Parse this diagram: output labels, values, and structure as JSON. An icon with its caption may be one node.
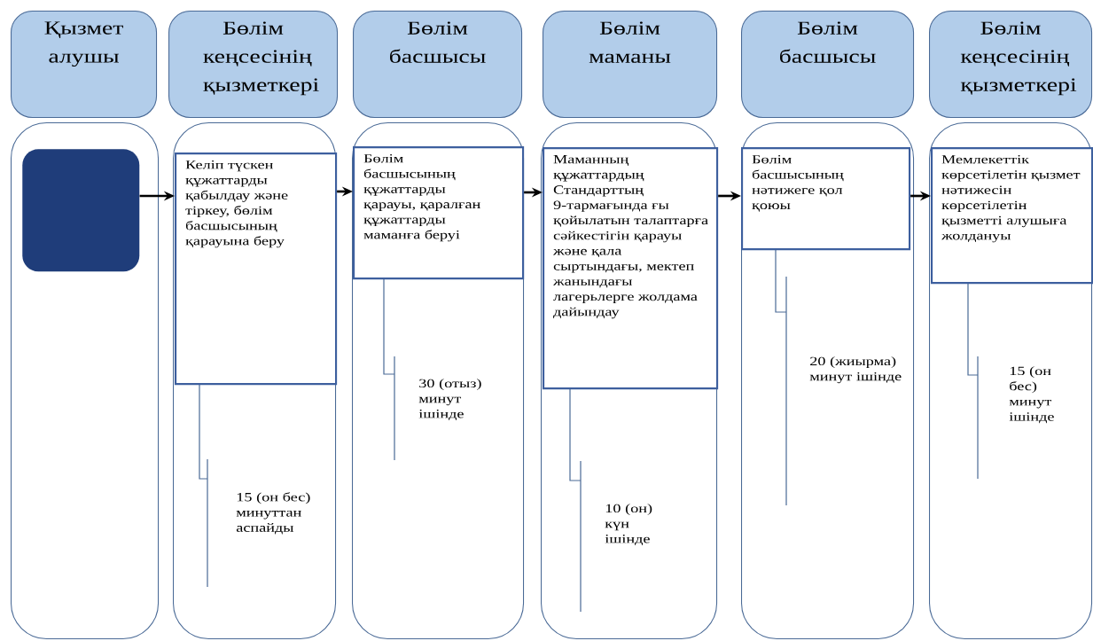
{
  "diagram": {
    "nodes": [
      {
        "text": [
          "Қызмет алушы"
        ]
      },
      {
        "text": [
          "Бөлім кеңсесінің қызметкері"
        ]
      },
      {
        "text": [
          "Бөлім басшысы"
        ]
      },
      {
        "text": [
          "Бөлім маманы"
        ]
      },
      {
        "text": [
          "Бөлім басшысы"
        ]
      },
      {
        "text": [
          "Бөлім кеңсесінің қызметкері"
        ]
      },
      {
        "text": [],
        "shape": "box"
      },
      {
        "text": [],
        "shape": "box"
      },
      {
        "text": [],
        "shape": "box"
      },
      {
        "text": [],
        "shape": "box"
      },
      {
        "text": [],
        "shape": "box"
      },
      {
        "text": [],
        "shape": "box"
      },
      {
        "text": [],
        "shape": "box",
        "in": 6
      },
      {
        "text": [
          "Келіп түскен құжаттарды қабылдау және тіркеу, бөлім басшысының қарауына беру"
        ],
        "in": 7
      },
      {
        "text": [
          "Бөлім басшысының құжаттарды қарауы, қаралған құжаттарды маманға беруі"
        ],
        "in": 8
      },
      {
        "text": [
          "Маманның құжаттардың Стандарттың 9-тармағында ғы қойылатын талаптарға сәйкестігін қарауы және қала сыртындағы, мектеп жанындағы лагерьлерге жолдама дайындау"
        ],
        "in": 9
      },
      {
        "text": [
          "Бөлім басшысының нәтижеге қол қоюы"
        ],
        "in": 10
      },
      {
        "text": [
          "Мемлекеттік көрсетілетін қызмет нәтижесін көрсетілетін қызметті алушыға жолдануы"
        ],
        "in": 11
      }
    ],
    "edges": [
      {
        "from": 12,
        "to": 13,
        "arrow": "to"
      },
      {
        "from": 13,
        "to": 14,
        "arrow": "to"
      },
      {
        "from": 14,
        "to": 15,
        "arrow": "to"
      },
      {
        "from": 15,
        "to": 16,
        "arrow": "to"
      },
      {
        "from": 16,
        "to": 17,
        "arrow": "to"
      }
    ],
    "labels": [
      "30 (отыз) минут ішінде",
      "20 (жиырма) минут ішінде",
      "15 (он бес) минут ішінде",
      "15 (он бес) минуттан аспайды",
      "10 (он) күн ішінде"
    ]
  }
}
